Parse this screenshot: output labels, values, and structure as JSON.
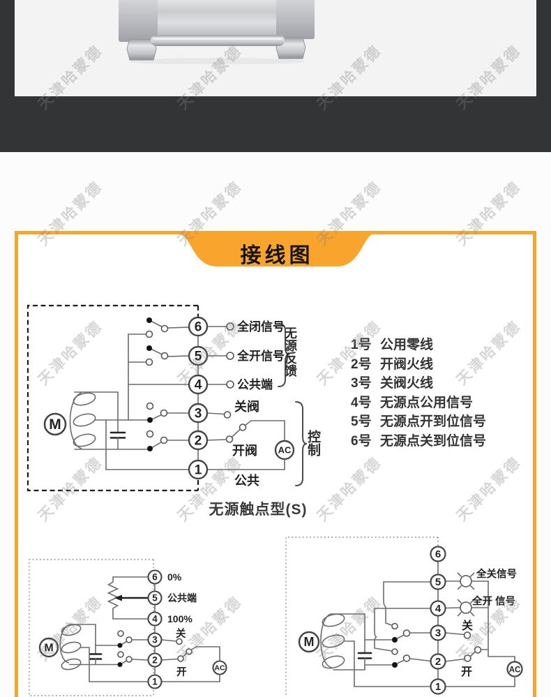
{
  "page": {
    "watermark": "天津哈蒙德",
    "banner_title": "接线图",
    "caption_top_diagram": "无源触点型(S)"
  },
  "colors": {
    "accent_orange": "#F9A42C",
    "dark_band": "#333436",
    "photo_strip_bg": "#f3f3f4"
  },
  "terminal_notes": [
    {
      "no": "1号",
      "text": "公用零线"
    },
    {
      "no": "2号",
      "text": "开阀火线"
    },
    {
      "no": "3号",
      "text": "关阀火线"
    },
    {
      "no": "4号",
      "text": "无源点公用信号"
    },
    {
      "no": "5号",
      "text": "无源点开到位信号"
    },
    {
      "no": "6号",
      "text": "无源点关到位信号"
    }
  ],
  "diagram_passive": {
    "motor": "M",
    "ac": "AC",
    "terminals": [
      "6",
      "5",
      "4",
      "3",
      "2",
      "1"
    ],
    "full_close_signal": "全闭信号",
    "full_open_signal": "全开信号",
    "common_terminal": "公共端",
    "close_valve": "关阀",
    "open_valve": "开阀",
    "common": "公共",
    "feedback_group": "无源反馈",
    "control_group": "控制"
  },
  "diagram_modulating": {
    "motor": "M",
    "ac": "AC",
    "terminals": [
      "6",
      "5",
      "4",
      "3",
      "2",
      "1"
    ],
    "zero_percent": "0%",
    "common_terminal": "公共端",
    "hundred_percent": "100%",
    "close": "关",
    "open": "开"
  },
  "diagram_switch": {
    "motor": "M",
    "ac": "AC",
    "terminals": [
      "6",
      "5",
      "4",
      "3",
      "2",
      "1"
    ],
    "full_close_signal": "全关信号",
    "full_open_signal": "全开 信号",
    "close": "关",
    "open": "开"
  }
}
